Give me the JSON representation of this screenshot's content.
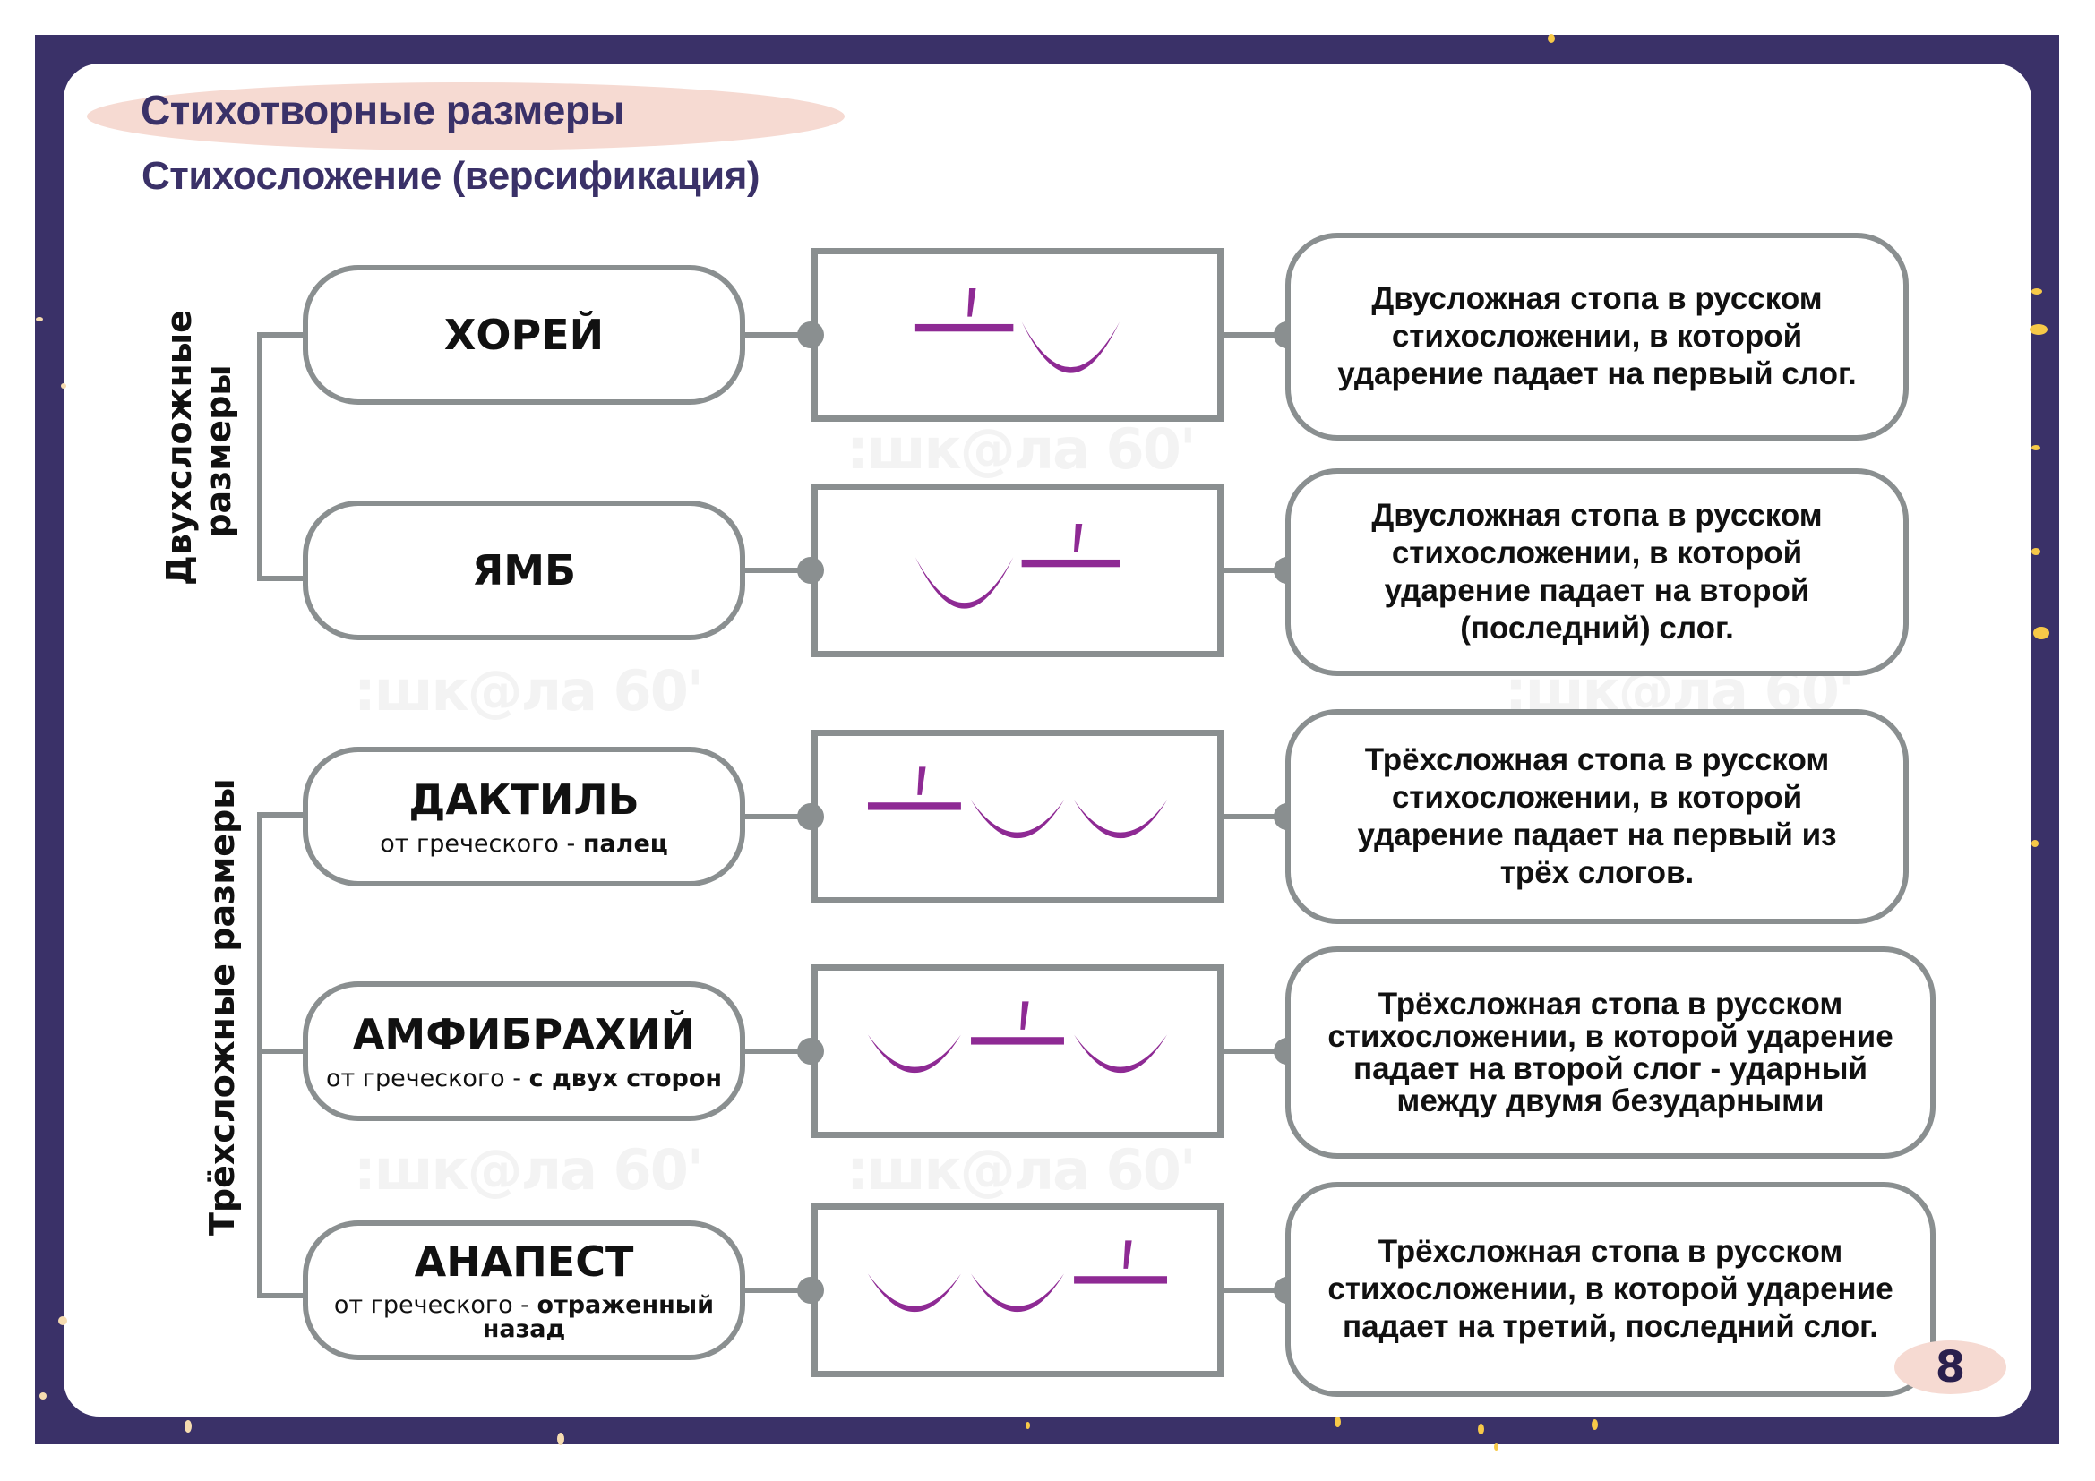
{
  "header": {
    "title": "Стихотворные размеры",
    "subtitle": "Стихосложение (версификация)"
  },
  "groups": [
    {
      "label_line1": "Двухсложные",
      "label_line2": "размеры"
    },
    {
      "label_line1": "Трёхсложные размеры"
    }
  ],
  "meters": [
    {
      "name": "ХОРЕЙ",
      "origin_prefix": "",
      "origin_word": "",
      "scheme": [
        "stressed",
        "unstressed"
      ],
      "description": "Двусложная стопа в русском стихосложении, в которой ударение падает на первый слог."
    },
    {
      "name": "ЯМБ",
      "origin_prefix": "",
      "origin_word": "",
      "scheme": [
        "unstressed",
        "stressed"
      ],
      "description": "Двусложная стопа в русском стихосложении, в которой ударение падает на второй (последний) слог."
    },
    {
      "name": "ДАКТИЛЬ",
      "origin_prefix": "от греческого - ",
      "origin_word": "палец",
      "scheme": [
        "stressed",
        "unstressed",
        "unstressed"
      ],
      "description": "Трёхсложная стопа в русском стихосложении, в которой ударение падает на первый из трёх слогов."
    },
    {
      "name": "АМФИБРАХИЙ",
      "origin_prefix": "от греческого - ",
      "origin_word": "с двух сторон",
      "scheme": [
        "unstressed",
        "stressed",
        "unstressed"
      ],
      "description": "Трёхсложная стопа в русском стихосложении, в которой ударение падает на второй слог - ударный между двумя безударными"
    },
    {
      "name": "АНАПЕСТ",
      "origin_prefix": "от греческого - ",
      "origin_word": "отраженный назад",
      "scheme": [
        "unstressed",
        "unstressed",
        "stressed"
      ],
      "description": "Трёхсложная стопа в русском стихосложении, в которой ударение падает на третий, последний слог."
    }
  ],
  "watermark": ":шк@ла 60'",
  "page_number": "8",
  "colors": {
    "frame": "#3a3168",
    "accent_pill": "#f6dad2",
    "scheme_mark": "#8e2a94",
    "outline": "#8a8f90"
  }
}
